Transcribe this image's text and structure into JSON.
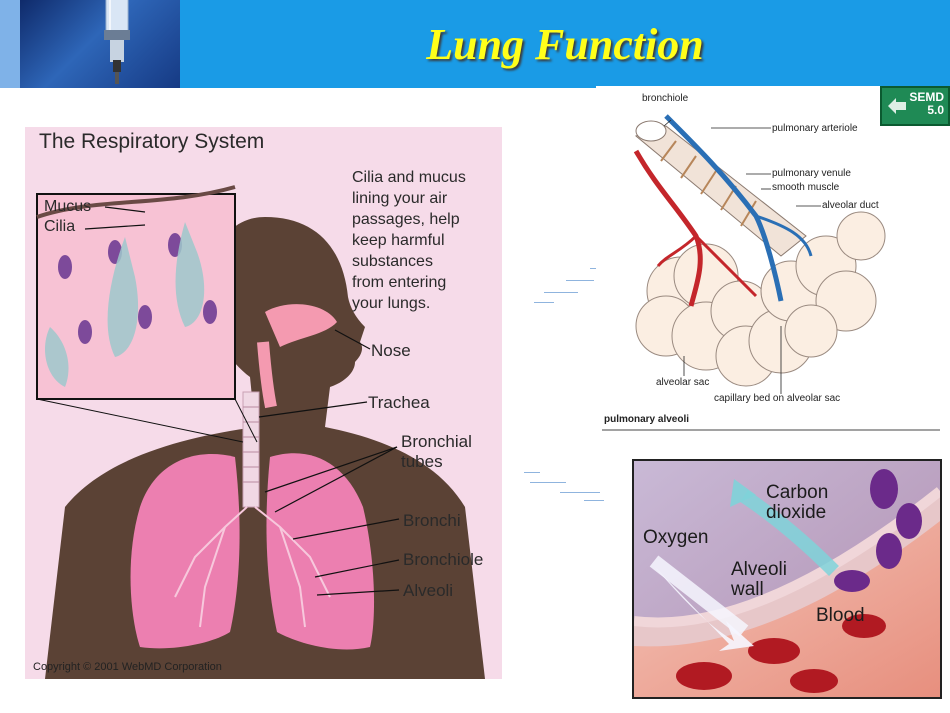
{
  "header": {
    "title": "Lung Function",
    "background_color": "#1a9be6",
    "title_color": "#ffff1a"
  },
  "respiratory": {
    "title": "The Respiratory System",
    "description": [
      "Cilia and mucus",
      "lining your air",
      "passages, help",
      "keep harmful",
      "substances",
      "from entering",
      "your lungs."
    ],
    "inset_labels": [
      "Mucus",
      "Cilia"
    ],
    "labels": {
      "nose": "Nose",
      "trachea": "Trachea",
      "bronchial_tubes": [
        "Bronchial",
        "tubes"
      ],
      "bronchi": "Bronchi",
      "bronchiole": "Bronchiole",
      "alveoli": "Alveoli"
    },
    "copyright": "Copyright © 2001 WebMD Corporation"
  },
  "alveoli_diagram": {
    "labels": {
      "bronchiole": "bronchiole",
      "pulmonary_arteriole": "pulmonary arteriole",
      "pulmonary_venule": "pulmonary venule",
      "smooth_muscle": "smooth muscle",
      "alveolar_duct": "alveolar duct",
      "alveolar_sac": "alveolar sac",
      "capillary_bed": "capillary bed on alveolar sac"
    },
    "caption": "pulmonary alveoli",
    "badge": [
      "SEMD",
      "5.0"
    ]
  },
  "gas_exchange": {
    "labels": {
      "carbon_dioxide": [
        "Carbon",
        "dioxide"
      ],
      "oxygen": "Oxygen",
      "alveoli_wall": [
        "Alveoli",
        "wall"
      ],
      "blood": "Blood"
    }
  }
}
